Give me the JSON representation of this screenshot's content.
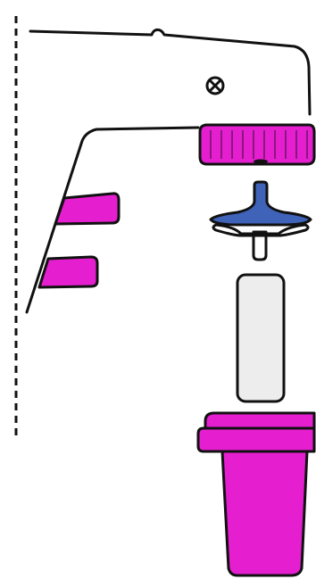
{
  "diagram": {
    "colors": {
      "magenta": "#e51fd0",
      "blue": "#3f63b8",
      "light_gray": "#ededed",
      "outline": "#111111",
      "background": "#ffffff"
    },
    "parts": [
      {
        "name": "instrument-body",
        "icon": "dispenser-housing"
      },
      {
        "name": "release-screw",
        "icon": "screw-x-icon"
      },
      {
        "name": "lock-nut",
        "color": "magenta"
      },
      {
        "name": "valve-connector",
        "color": "blue"
      },
      {
        "name": "sample-cartridge",
        "color": "light_gray"
      },
      {
        "name": "adapter-sleeve",
        "color": "magenta"
      }
    ]
  }
}
